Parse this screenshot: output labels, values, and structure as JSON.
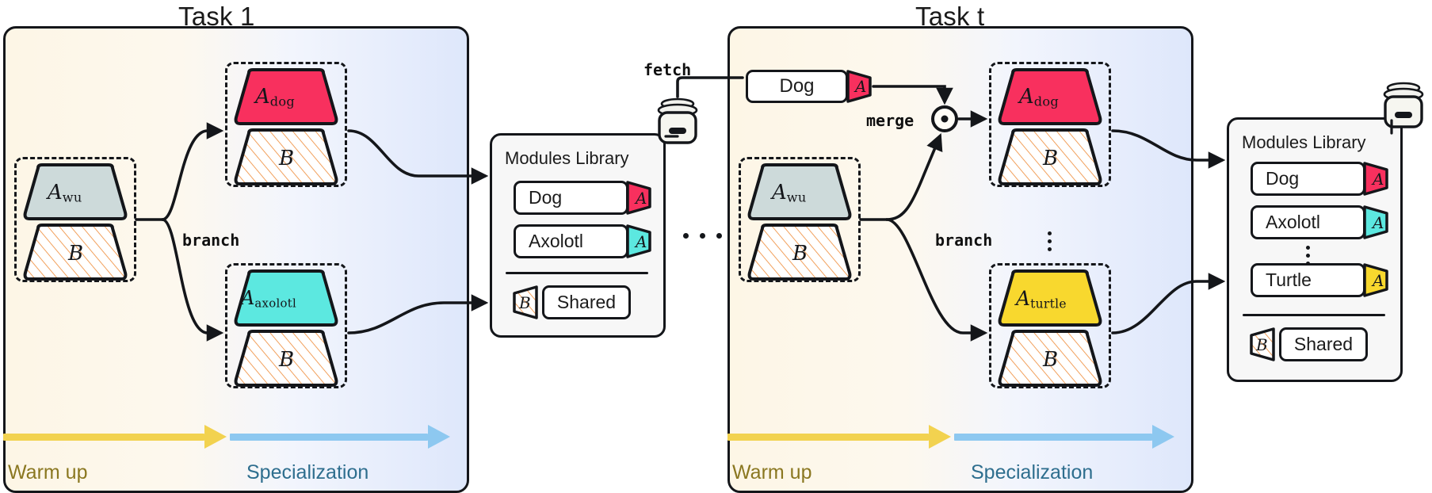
{
  "diagram": {
    "title_task1": "Task 1",
    "title_taskt": "Task t",
    "ops": {
      "branch": "branch",
      "fetch": "fetch",
      "merge": "merge"
    },
    "phases": {
      "warmup_label": "Warm up",
      "specialization_label": "Specialization",
      "warmup_color": "#f2d24f",
      "specialization_color": "#8dc8f0",
      "warmup_text_color": "#8a7720",
      "specialization_text_color": "#2e6e8e"
    },
    "colors": {
      "awu": "#cddada",
      "dog": "#f8305e",
      "axolotl": "#5ce8e0",
      "turtle": "#f8d82e",
      "shared_hatch": "#f0964a",
      "outline": "#14161a",
      "panel_left": "#fdf6e6",
      "panel_right": "#dee7fb"
    },
    "modules": {
      "awu": {
        "letter": "A",
        "sub": "wu"
      },
      "dog": {
        "letter": "A",
        "sub": "dog"
      },
      "axolotl": {
        "letter": "A",
        "sub": "axolotl"
      },
      "turtle": {
        "letter": "A",
        "sub": "turtle"
      },
      "shared": {
        "letter": "B",
        "sub": ""
      }
    },
    "library_left": {
      "title": "Modules Library",
      "items": [
        {
          "name": "Dog",
          "tag": "A",
          "tag_color": "#f8305e"
        },
        {
          "name": "Axolotl",
          "tag": "A",
          "tag_color": "#5ce8e0"
        }
      ],
      "shared": {
        "tag": "B",
        "name": "Shared"
      },
      "has_vdots": false
    },
    "library_right": {
      "title": "Modules Library",
      "items": [
        {
          "name": "Dog",
          "tag": "A",
          "tag_color": "#f8305e"
        },
        {
          "name": "Axolotl",
          "tag": "A",
          "tag_color": "#5ce8e0"
        },
        {
          "name": "Turtle",
          "tag": "A",
          "tag_color": "#f8d82e"
        }
      ],
      "shared": {
        "tag": "B",
        "name": "Shared"
      },
      "has_vdots": true
    },
    "fetched": {
      "name": "Dog",
      "tag": "A",
      "tag_color": "#f8305e"
    },
    "ellipsis_between_tasks": "..."
  }
}
